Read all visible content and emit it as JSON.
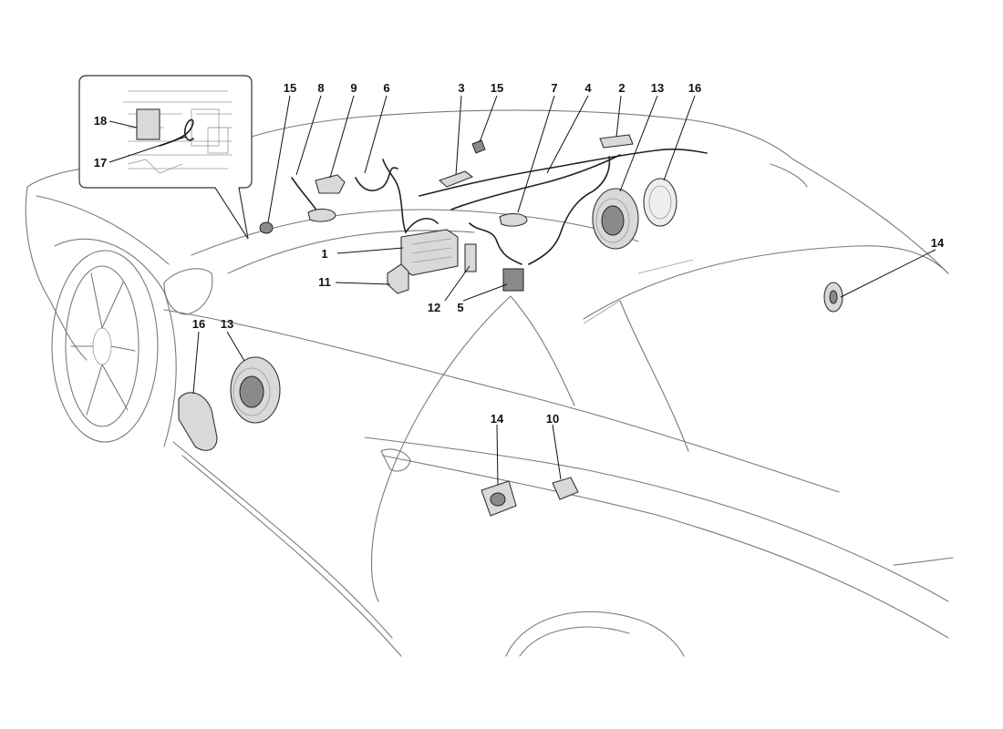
{
  "callouts": {
    "c1": "1",
    "c2": "2",
    "c3": "3",
    "c4": "4",
    "c5": "5",
    "c6": "6",
    "c7": "7",
    "c8": "8",
    "c9": "9",
    "c10": "10",
    "c11": "11",
    "c12": "12",
    "c13a": "13",
    "c13b": "13",
    "c14a": "14",
    "c14b": "14",
    "c15a": "15",
    "c15b": "15",
    "c16a": "16",
    "c16b": "16",
    "c17": "17",
    "c18": "18"
  }
}
